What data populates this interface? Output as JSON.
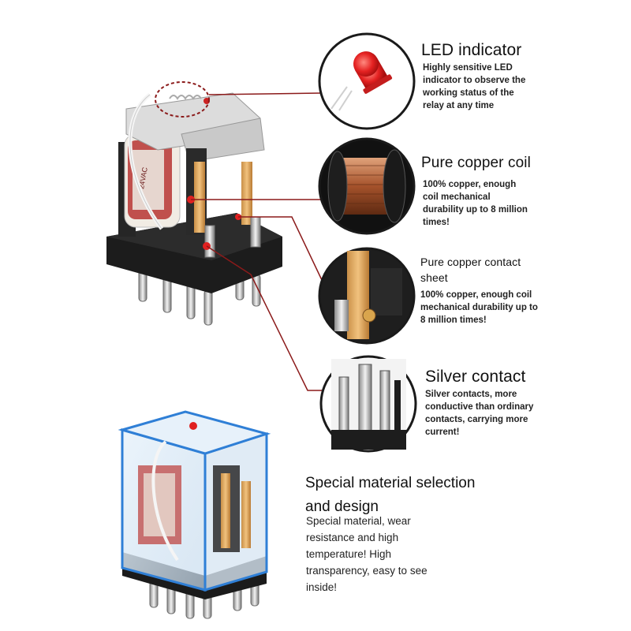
{
  "features": [
    {
      "title": "LED indicator",
      "description": "Highly sensitive LED\nindicator to observe the\nworking status of the\nrelay at any time",
      "icon": "led-icon"
    },
    {
      "title": "Pure copper coil",
      "description": "100% copper, enough\ncoil mechanical\ndurability up to 8 million\ntimes!",
      "icon": "copper-coil-icon"
    },
    {
      "title": "Pure copper contact\nsheet",
      "description": "100% copper, enough coil\nmechanical durability up to\n8 million times!",
      "icon": "copper-contact-sheet-icon"
    },
    {
      "title": "Silver contact",
      "description": "Silver contacts, more\nconductive than ordinary\ncontacts, carrying more\ncurrent!",
      "icon": "silver-contact-icon"
    }
  ],
  "special": {
    "title": "Special material selection\nand design",
    "description": "Special material, wear\nresistance and high\ntemperature! High\ntransparency, easy to see\ninside!"
  },
  "colors": {
    "callout_line": "#8b1a1a",
    "circle_border": "#1a1a1a",
    "copper": "#b5653a",
    "relay_base": "#1c1c1c",
    "case_blue": "#2f7fd6"
  }
}
